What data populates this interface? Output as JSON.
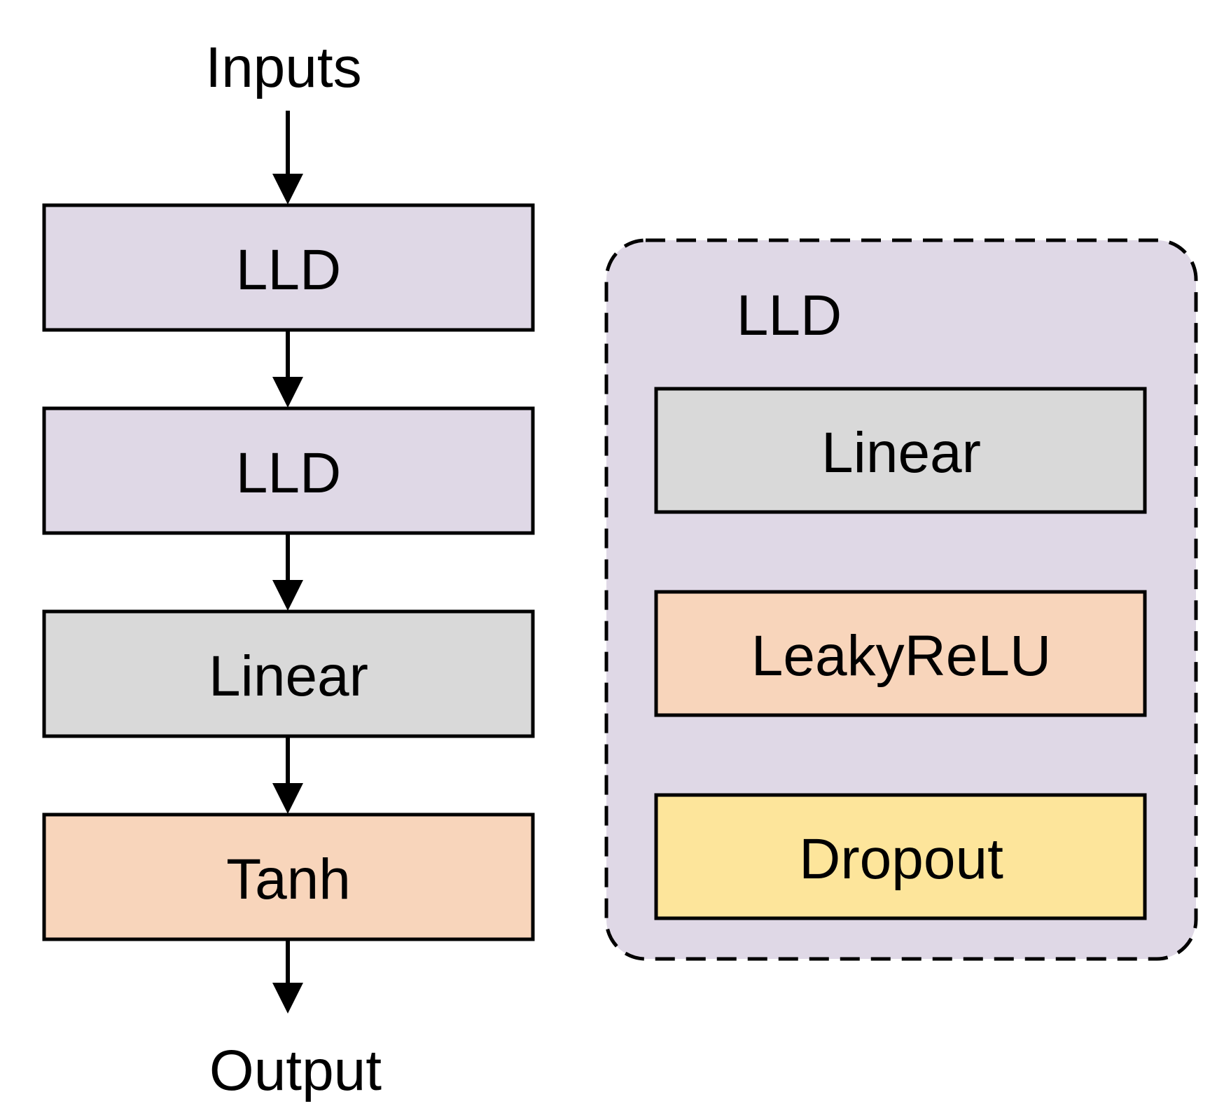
{
  "diagram": {
    "input_label": "Inputs",
    "output_label": "Output",
    "main_flow": [
      {
        "label": "LLD",
        "fill": "#dfd8e6"
      },
      {
        "label": "LLD",
        "fill": "#dfd8e6"
      },
      {
        "label": "Linear",
        "fill": "#d9d9d9"
      },
      {
        "label": "Tanh",
        "fill": "#f8d5bb"
      }
    ],
    "detail_panel": {
      "title": "LLD",
      "fill": "#dfd8e6",
      "border_style": "dashed",
      "layers": [
        {
          "label": "Linear",
          "fill": "#d9d9d9"
        },
        {
          "label": "LeakyReLU",
          "fill": "#f8d5bb"
        },
        {
          "label": "Dropout",
          "fill": "#fde59b"
        }
      ]
    },
    "colors": {
      "stroke": "#000000",
      "lld": "#dfd8e6",
      "linear": "#d9d9d9",
      "activation": "#f8d5bb",
      "dropout": "#fde59b"
    }
  }
}
